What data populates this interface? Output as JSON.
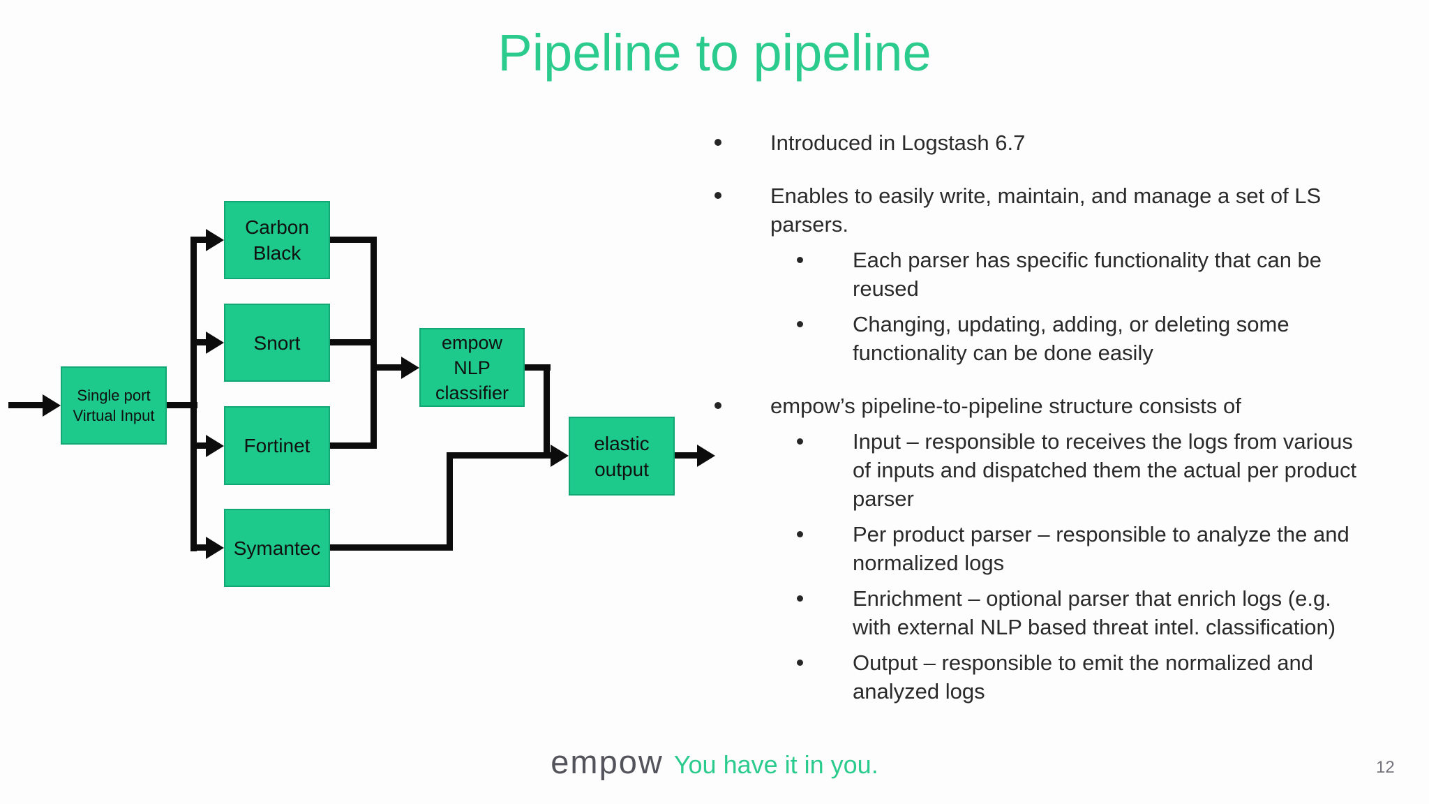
{
  "slide": {
    "title": "Pipeline to pipeline",
    "page_number": "12"
  },
  "footer": {
    "logo_text": "empow",
    "tagline": "You have it in you."
  },
  "colors": {
    "accent_green": "#2bcb8e",
    "box_fill_green": "#1ec98c",
    "box_border_green": "#12a876",
    "connector_black": "#0c0c0c",
    "body_text": "#2a2a2a",
    "logo_gray": "#53535b",
    "page_number_gray": "#73737b"
  },
  "diagram": {
    "input_box_label": "Single port\nVirtual Input",
    "parser_boxes": [
      "Carbon\nBlack",
      "Snort",
      "Fortinet",
      "Symantec"
    ],
    "classifier_box_label": "empow\nNLP\nclassifier",
    "output_box_label": "elastic\noutput"
  },
  "bullets": [
    {
      "text": "Introduced in Logstash 6.7",
      "children": []
    },
    {
      "text": "Enables to easily write, maintain, and manage a set of LS\nparsers.",
      "children": [
        "Each parser has specific functionality that can be\nreused",
        "Changing, updating, adding, or deleting some\nfunctionality can be done easily"
      ]
    },
    {
      "text": "empow’s pipeline-to-pipeline structure consists of",
      "children": [
        "Input – responsible to receives the logs from various\nof inputs and dispatched them the actual per product\nparser",
        "Per product parser – responsible to analyze the and\nnormalized logs",
        "Enrichment – optional parser that enrich logs (e.g.\nwith external NLP based threat intel. classification)",
        "Output – responsible to emit the normalized and\nanalyzed logs"
      ]
    }
  ]
}
